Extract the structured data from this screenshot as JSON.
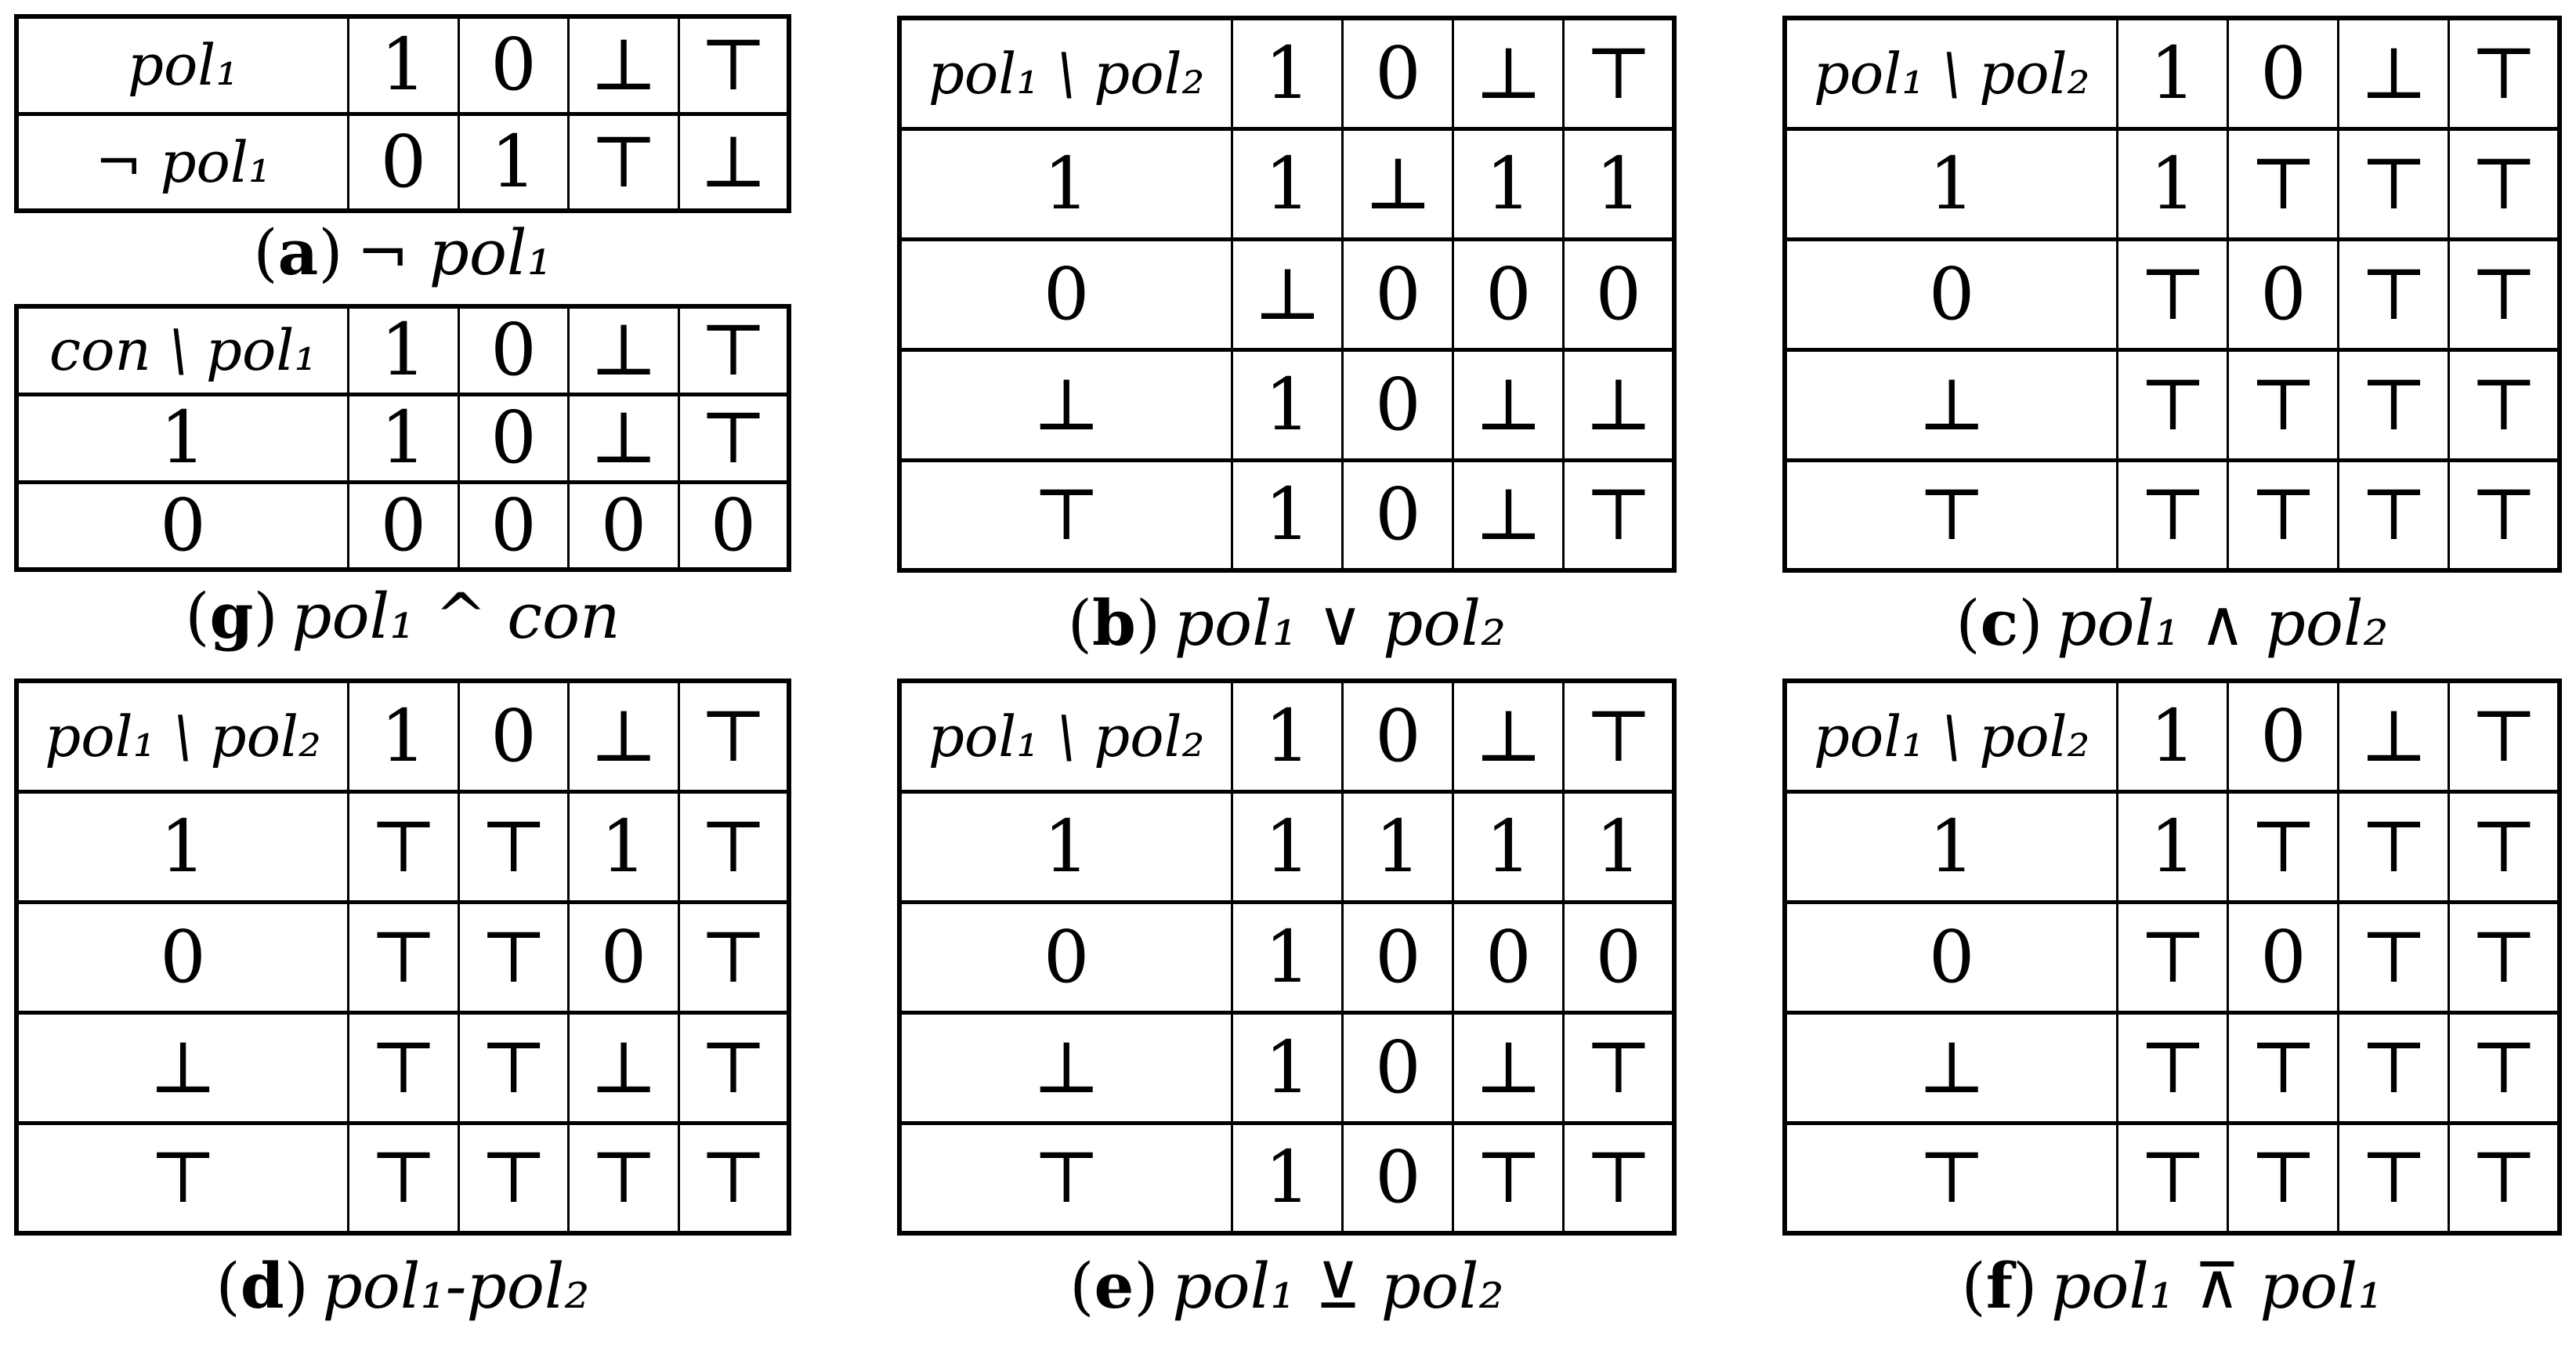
{
  "figure": {
    "value_domain": [
      "1",
      "0",
      "⊥",
      "⊤"
    ],
    "tables": [
      {
        "key": "a",
        "caption": {
          "open": "(",
          "letter": "a",
          "close": ")",
          "formula": "¬ pol₁"
        },
        "rows": [
          {
            "label": "pol₁",
            "values": [
              "1",
              "0",
              "⊥",
              "⊤"
            ]
          },
          {
            "label": "¬ pol₁",
            "values": [
              "0",
              "1",
              "⊤",
              "⊥"
            ]
          }
        ]
      },
      {
        "key": "g",
        "caption": {
          "open": "(",
          "letter": "g",
          "close": ")",
          "formula": "pol₁ ^ con"
        },
        "rows": [
          {
            "label": "con \\ pol₁",
            "values": [
              "1",
              "0",
              "⊥",
              "⊤"
            ]
          },
          {
            "label": "1",
            "values": [
              "1",
              "0",
              "⊥",
              "⊤"
            ]
          },
          {
            "label": "0",
            "values": [
              "0",
              "0",
              "0",
              "0"
            ]
          }
        ]
      },
      {
        "key": "b",
        "caption": {
          "open": "(",
          "letter": "b",
          "close": ")",
          "formula": "pol₁ ∨ pol₂"
        },
        "rows": [
          {
            "label": "pol₁ \\ pol₂",
            "values": [
              "1",
              "0",
              "⊥",
              "⊤"
            ]
          },
          {
            "label": "1",
            "values": [
              "1",
              "⊥",
              "1",
              "1"
            ]
          },
          {
            "label": "0",
            "values": [
              "⊥",
              "0",
              "0",
              "0"
            ]
          },
          {
            "label": "⊥",
            "values": [
              "1",
              "0",
              "⊥",
              "⊥"
            ]
          },
          {
            "label": "⊤",
            "values": [
              "1",
              "0",
              "⊥",
              "⊤"
            ]
          }
        ]
      },
      {
        "key": "c",
        "caption": {
          "open": "(",
          "letter": "c",
          "close": ")",
          "formula": "pol₁ ∧ pol₂"
        },
        "rows": [
          {
            "label": "pol₁ \\ pol₂",
            "values": [
              "1",
              "0",
              "⊥",
              "⊤"
            ]
          },
          {
            "label": "1",
            "values": [
              "1",
              "⊤",
              "⊤",
              "⊤"
            ]
          },
          {
            "label": "0",
            "values": [
              "⊤",
              "0",
              "⊤",
              "⊤"
            ]
          },
          {
            "label": "⊥",
            "values": [
              "⊤",
              "⊤",
              "⊤",
              "⊤"
            ]
          },
          {
            "label": "⊤",
            "values": [
              "⊤",
              "⊤",
              "⊤",
              "⊤"
            ]
          }
        ]
      },
      {
        "key": "d",
        "caption": {
          "open": "(",
          "letter": "d",
          "close": ")",
          "formula": "pol₁-pol₂"
        },
        "rows": [
          {
            "label": "pol₁ \\ pol₂",
            "values": [
              "1",
              "0",
              "⊥",
              "⊤"
            ]
          },
          {
            "label": "1",
            "values": [
              "⊤",
              "⊤",
              "1",
              "⊤"
            ]
          },
          {
            "label": "0",
            "values": [
              "⊤",
              "⊤",
              "0",
              "⊤"
            ]
          },
          {
            "label": "⊥",
            "values": [
              "⊤",
              "⊤",
              "⊥",
              "⊤"
            ]
          },
          {
            "label": "⊤",
            "values": [
              "⊤",
              "⊤",
              "⊤",
              "⊤"
            ]
          }
        ]
      },
      {
        "key": "e",
        "caption": {
          "open": "(",
          "letter": "e",
          "close": ")",
          "formula": "pol₁ ⊻ pol₂"
        },
        "rows": [
          {
            "label": "pol₁ \\ pol₂",
            "values": [
              "1",
              "0",
              "⊥",
              "⊤"
            ]
          },
          {
            "label": "1",
            "values": [
              "1",
              "1",
              "1",
              "1"
            ]
          },
          {
            "label": "0",
            "values": [
              "1",
              "0",
              "0",
              "0"
            ]
          },
          {
            "label": "⊥",
            "values": [
              "1",
              "0",
              "⊥",
              "⊤"
            ]
          },
          {
            "label": "⊤",
            "values": [
              "1",
              "0",
              "⊤",
              "⊤"
            ]
          }
        ]
      },
      {
        "key": "f",
        "caption": {
          "open": "(",
          "letter": "f",
          "close": ")",
          "formula": "pol₁ ⊼ pol₁"
        },
        "rows": [
          {
            "label": "pol₁ \\ pol₂",
            "values": [
              "1",
              "0",
              "⊥",
              "⊤"
            ]
          },
          {
            "label": "1",
            "values": [
              "1",
              "⊤",
              "⊤",
              "⊤"
            ]
          },
          {
            "label": "0",
            "values": [
              "⊤",
              "0",
              "⊤",
              "⊤"
            ]
          },
          {
            "label": "⊥",
            "values": [
              "⊤",
              "⊤",
              "⊤",
              "⊤"
            ]
          },
          {
            "label": "⊤",
            "values": [
              "⊤",
              "⊤",
              "⊤",
              "⊤"
            ]
          }
        ]
      }
    ]
  }
}
